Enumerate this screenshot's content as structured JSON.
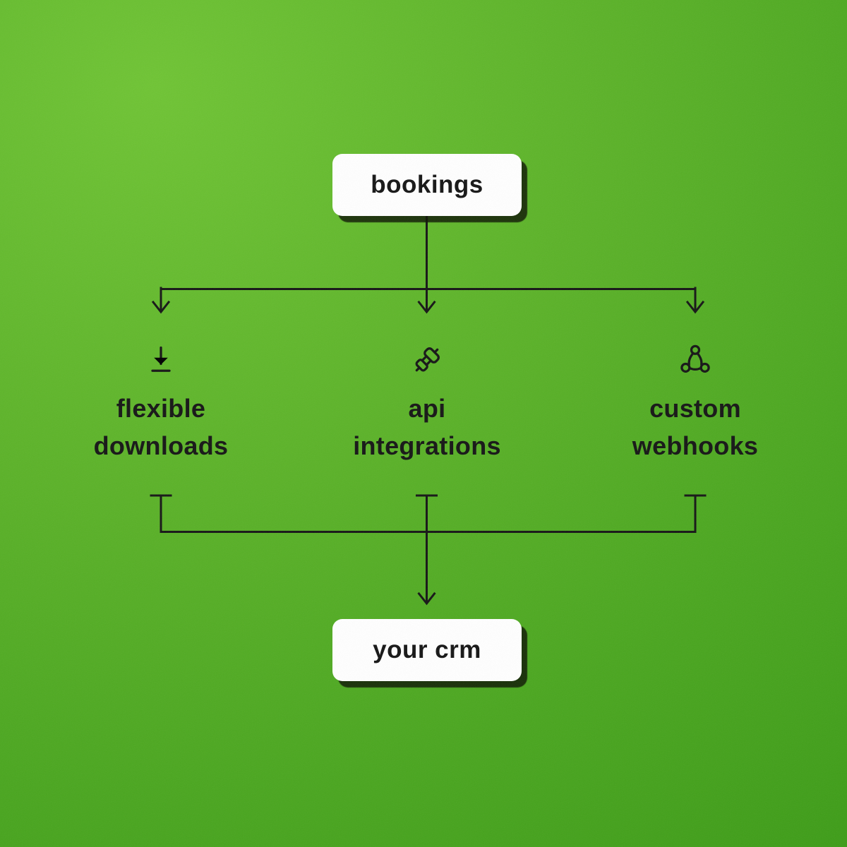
{
  "palette": {
    "background_green_light": "#6fc434",
    "background_green_dark": "#3c9b17",
    "line_color": "#161616",
    "box_background": "#ffffff",
    "text_color": "#161616",
    "box_shadow": "rgba(14,22,4,0.82)"
  },
  "diagram": {
    "source": {
      "label": "bookings"
    },
    "branches": [
      {
        "icon": "download-icon",
        "label_line1": "flexible",
        "label_line2": "downloads"
      },
      {
        "icon": "plug-icon",
        "label_line1": "api",
        "label_line2": "integrations"
      },
      {
        "icon": "webhook-icon",
        "label_line1": "custom",
        "label_line2": "webhooks"
      }
    ],
    "target": {
      "label": "your crm"
    }
  }
}
